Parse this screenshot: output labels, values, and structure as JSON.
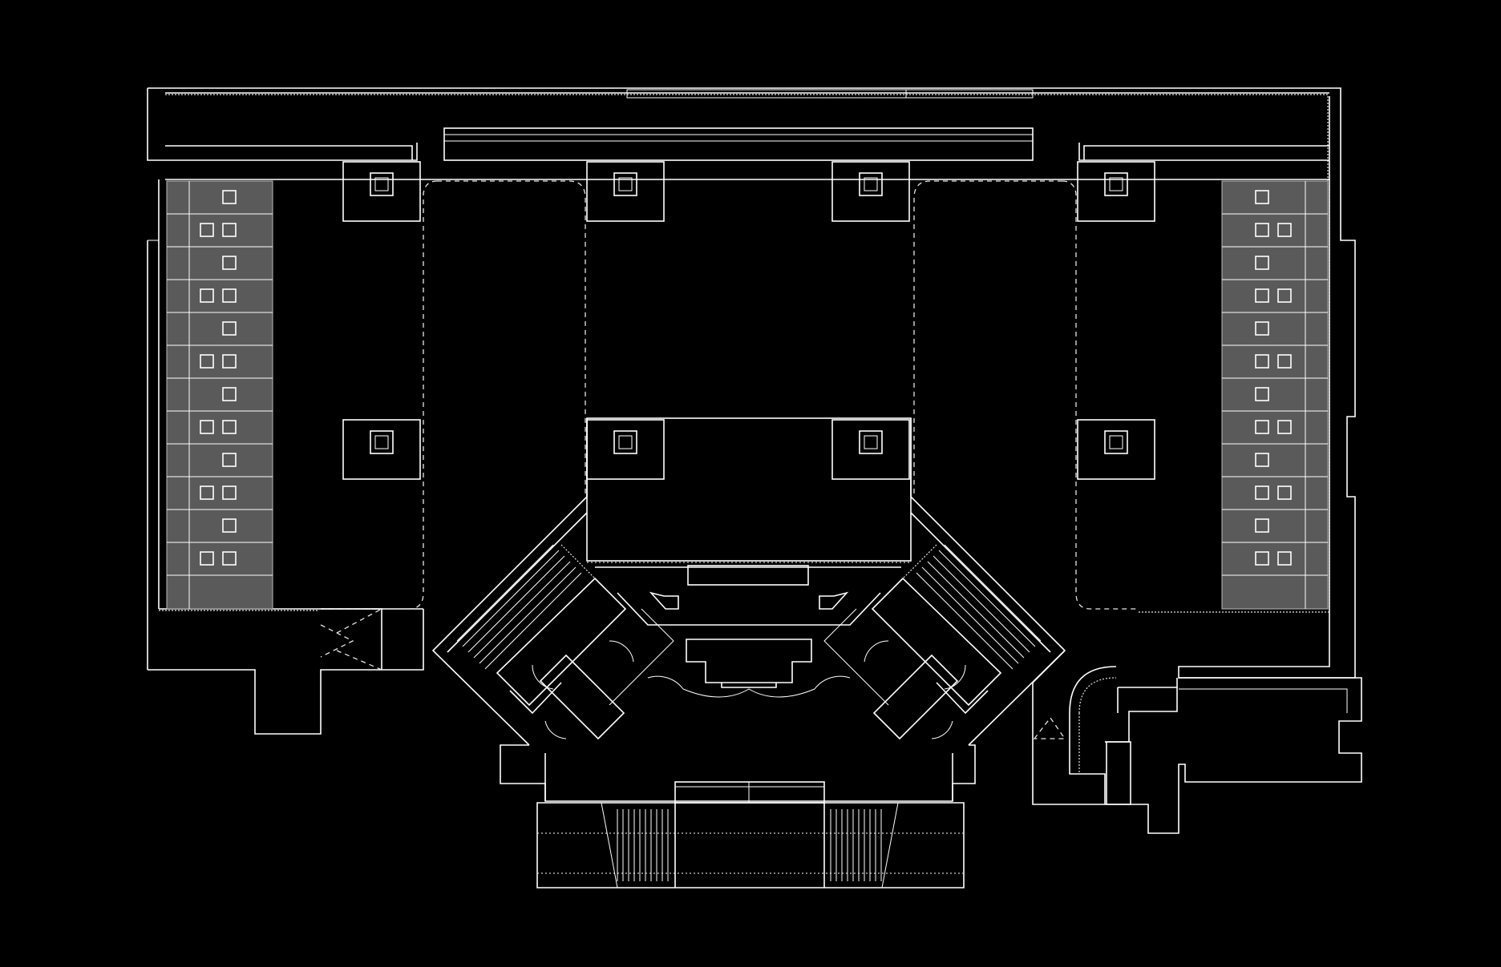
{
  "diagram": {
    "kind": "architectural floor plan",
    "colors": {
      "background": "#000000",
      "linework": "#ffffff",
      "textured_band": "#5a5a5a"
    },
    "symbols": [
      "column",
      "door-swing",
      "stair",
      "skylight-square",
      "planter-band"
    ]
  }
}
